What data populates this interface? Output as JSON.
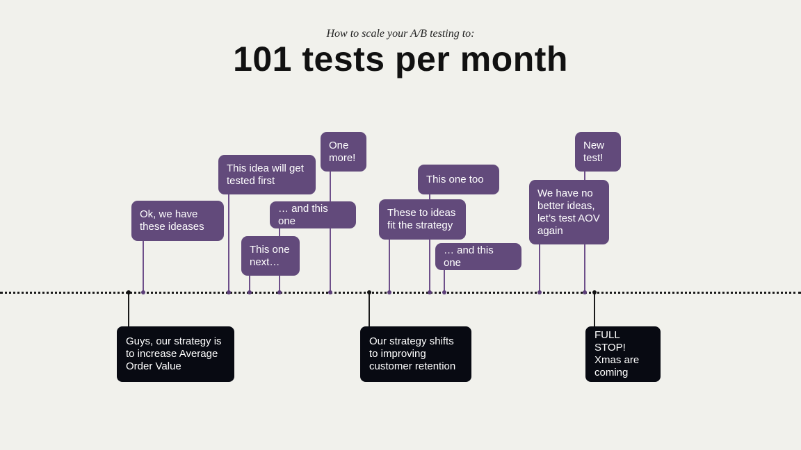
{
  "header": {
    "subtitle": "How to scale your A/B testing to:",
    "title": "101 tests per month"
  },
  "ideas": [
    {
      "text": "Ok, we have\nthese ideases"
    },
    {
      "text": "This idea will get\ntested first"
    },
    {
      "text": "This one\nnext…"
    },
    {
      "text": "… and this one"
    },
    {
      "text": "One\nmore!"
    },
    {
      "text": "These to ideas\nfit the strategy"
    },
    {
      "text": "This one too"
    },
    {
      "text": "… and this one"
    },
    {
      "text": "We have no\nbetter ideas,\nlet’s test AOV\nagain"
    },
    {
      "text": "New\ntest!"
    }
  ],
  "milestones": [
    {
      "text": "Guys, our strategy is\nto increase Average\nOrder Value"
    },
    {
      "text": "Our strategy shifts\nto improving\ncustomer retention"
    },
    {
      "text": "FULL STOP!\nXmas are\ncoming"
    }
  ],
  "colors": {
    "background": "#f1f1ec",
    "idea_bubble": "#624a7b",
    "milestone_box": "#080a12"
  }
}
